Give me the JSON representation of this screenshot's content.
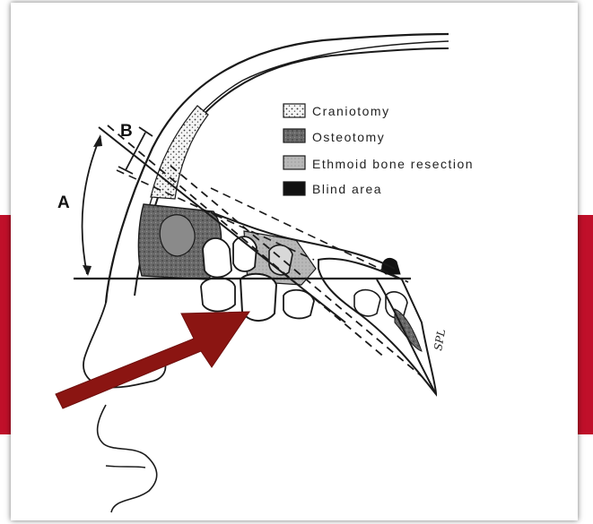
{
  "legend": {
    "items": [
      {
        "label": "Craniotomy",
        "pattern": "dotted"
      },
      {
        "label": "Osteotomy",
        "pattern": "dark-gray"
      },
      {
        "label": "Ethmoid bone resection",
        "pattern": "light-gray"
      },
      {
        "label": "Blind area",
        "pattern": "black"
      }
    ]
  },
  "dimensions": {
    "a": "A",
    "b": "B"
  },
  "signature": "SPL",
  "colors": {
    "frame_band": "#c0102a",
    "arrow": "#8b1512",
    "ink": "#1a1a1a"
  }
}
